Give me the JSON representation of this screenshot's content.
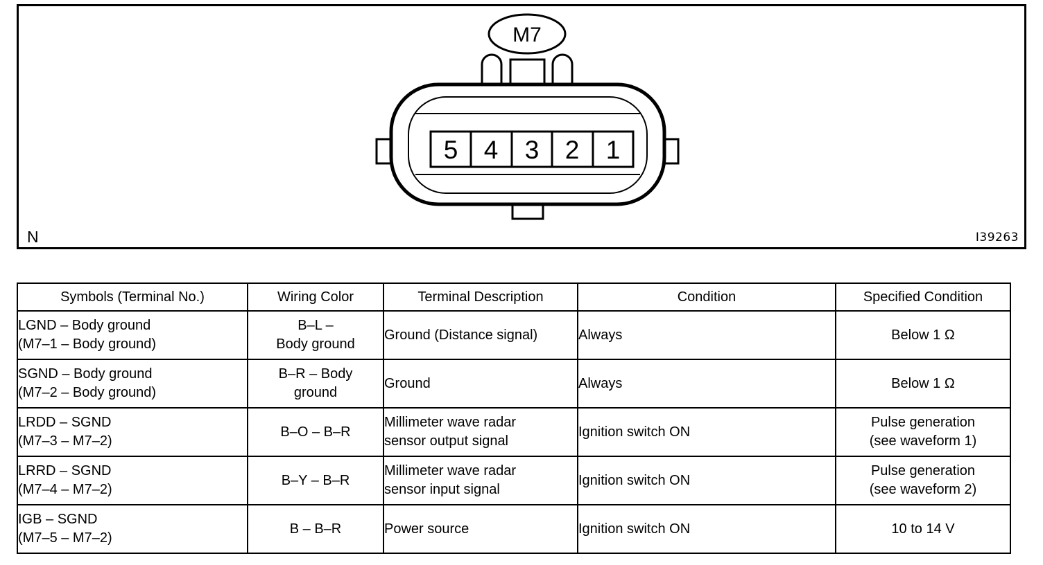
{
  "figure": {
    "connector_id": "M7",
    "corner_label": "N",
    "image_id": "I39263",
    "terminal_numbers": [
      "5",
      "4",
      "3",
      "2",
      "1"
    ]
  },
  "table": {
    "headers": [
      "Symbols (Terminal No.)",
      "Wiring Color",
      "Terminal Description",
      "Condition",
      "Specified Condition"
    ],
    "rows": [
      {
        "symbols_line1": "LGND – Body ground",
        "symbols_line2": "(M7–1 – Body ground)",
        "wiring_line1": "B–L –",
        "wiring_line2": "Body ground",
        "description_line1": "Ground (Distance signal)",
        "description_line2": "",
        "condition": "Always",
        "specified_line1": "Below 1 Ω",
        "specified_line2": ""
      },
      {
        "symbols_line1": "SGND – Body ground",
        "symbols_line2": "(M7–2 – Body ground)",
        "wiring_line1": "B–R – Body",
        "wiring_line2": "ground",
        "description_line1": "Ground",
        "description_line2": "",
        "condition": "Always",
        "specified_line1": "Below 1 Ω",
        "specified_line2": ""
      },
      {
        "symbols_line1": "LRDD – SGND",
        "symbols_line2": "(M7–3 – M7–2)",
        "wiring_line1": "B–O – B–R",
        "wiring_line2": "",
        "description_line1": "Millimeter wave radar",
        "description_line2": "sensor output signal",
        "condition": "Ignition switch ON",
        "specified_line1": "Pulse generation",
        "specified_line2": "(see waveform 1)"
      },
      {
        "symbols_line1": "LRRD – SGND",
        "symbols_line2": "(M7–4 – M7–2)",
        "wiring_line1": "B–Y – B–R",
        "wiring_line2": "",
        "description_line1": "Millimeter wave radar",
        "description_line2": "sensor input signal",
        "condition": "Ignition switch ON",
        "specified_line1": "Pulse generation",
        "specified_line2": "(see waveform 2)"
      },
      {
        "symbols_line1": "IGB – SGND",
        "symbols_line2": "(M7–5 – M7–2)",
        "wiring_line1": "B – B–R",
        "wiring_line2": "",
        "description_line1": "Power source",
        "description_line2": "",
        "condition": "Ignition switch ON",
        "specified_line1": "10 to 14 V",
        "specified_line2": ""
      }
    ]
  },
  "colors": {
    "ink": "#000000",
    "paper": "#ffffff"
  }
}
